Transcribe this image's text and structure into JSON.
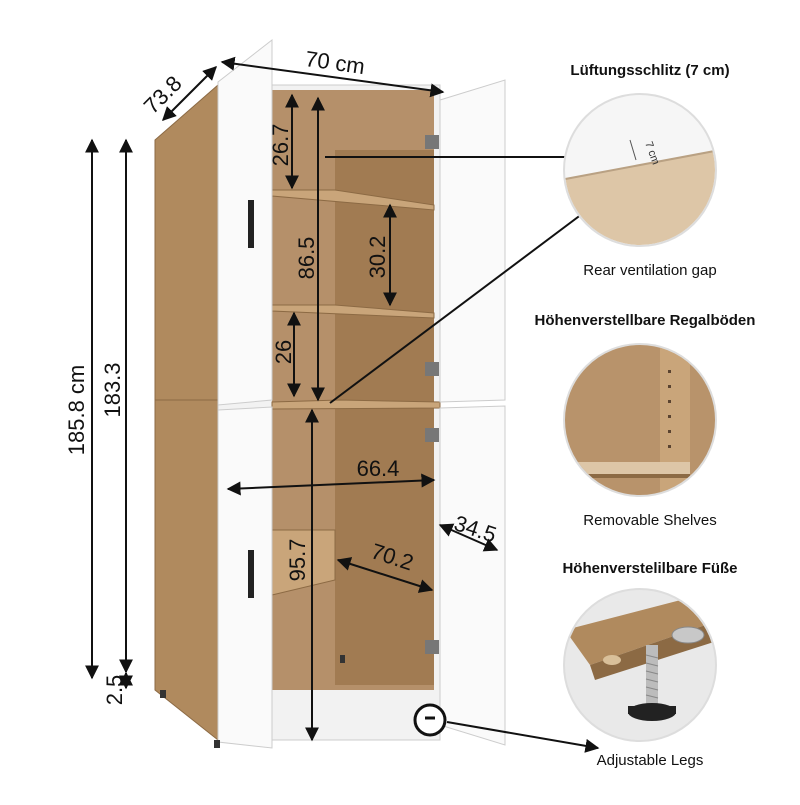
{
  "dimensions": {
    "depth": "73.8",
    "width": "70 cm",
    "total_height": "185.8 cm",
    "body_height": "183.3",
    "leg_height": "2.5",
    "top_compartment": "26.7",
    "upper_section": "86.5",
    "middle_compartment": "30.2",
    "lower_compartment": "26",
    "inner_width": "66.4",
    "door_depth": "34.5",
    "inner_depth": "70.2",
    "lower_section": "95.7"
  },
  "features": [
    {
      "heading": "Lüftungsschlitz (7 cm)",
      "caption": "Rear ventilation gap",
      "detail_label": "7 cm"
    },
    {
      "heading": "Höhenverstellbare Regalböden",
      "caption": "Removable Shelves"
    },
    {
      "heading": "Höhenverstelilbare Füße",
      "caption": "Adjustable Legs"
    }
  ],
  "colors": {
    "oak": "#b08a5e",
    "oak_dark": "#8c6a44",
    "white": "#f7f7f7",
    "line": "#111111"
  }
}
